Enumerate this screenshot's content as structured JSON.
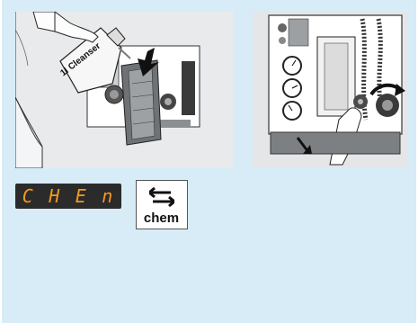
{
  "illustration_left": {
    "bottle_label": "1l Cleanser"
  },
  "display": {
    "segments": [
      "C",
      "H",
      "E",
      "n"
    ]
  },
  "chem_button": {
    "label": "chem"
  },
  "colors": {
    "background": "#d7ecf7",
    "display_digits": "#f59a1b",
    "display_bg": "#2b2b2b"
  }
}
